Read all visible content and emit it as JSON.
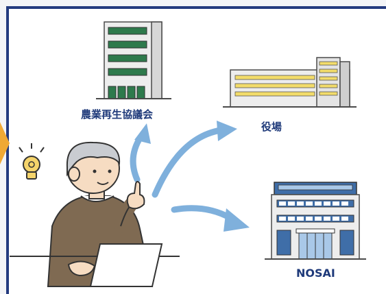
{
  "nodes": {
    "council": {
      "label": "農業再生協議会",
      "icon": "tall-office-building"
    },
    "office": {
      "label": "役場",
      "icon": "low-town-hall-building"
    },
    "nosai": {
      "label": "NOSAI",
      "icon": "nosai-building"
    }
  },
  "person": {
    "icon": "person-with-laptop-pointing",
    "idea_icon": "lightbulb-icon"
  },
  "colors": {
    "frame": "#243b7f",
    "label": "#1f3a7a",
    "arrow": "#7fb0dc",
    "side_arrow": "#f0a935",
    "building_green": "#2e7a4c",
    "building_yellow": "#f2dc6a",
    "building_blue": "#3f6ea8"
  }
}
